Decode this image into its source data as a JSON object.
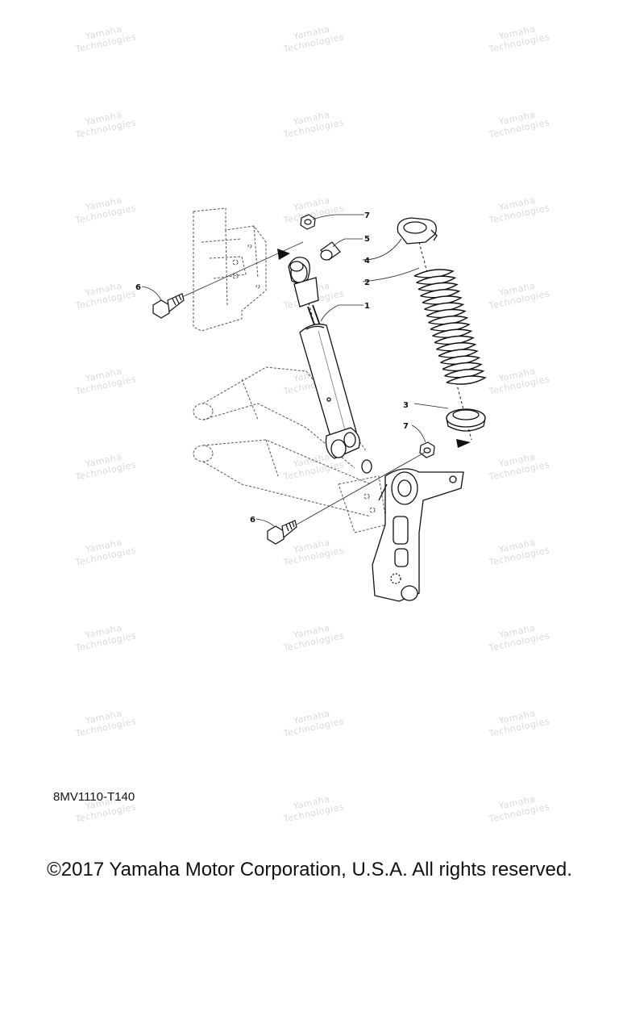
{
  "watermark": {
    "line1": "Yamaha",
    "line2": "Technologies"
  },
  "callouts": [
    "1",
    "2",
    "3",
    "4",
    "5",
    "6",
    "7"
  ],
  "diagram_code": "8MV1110-T140",
  "copyright": "©2017 Yamaha Motor Corporation, U.S.A. All rights reserved.",
  "parts": [
    {
      "ref": "1",
      "name": "shock-absorber"
    },
    {
      "ref": "2",
      "name": "coil-spring"
    },
    {
      "ref": "3",
      "name": "spring-seat"
    },
    {
      "ref": "4",
      "name": "spring-retainer"
    },
    {
      "ref": "5",
      "name": "bushing"
    },
    {
      "ref": "6",
      "name": "bolt"
    },
    {
      "ref": "7",
      "name": "nut"
    }
  ]
}
